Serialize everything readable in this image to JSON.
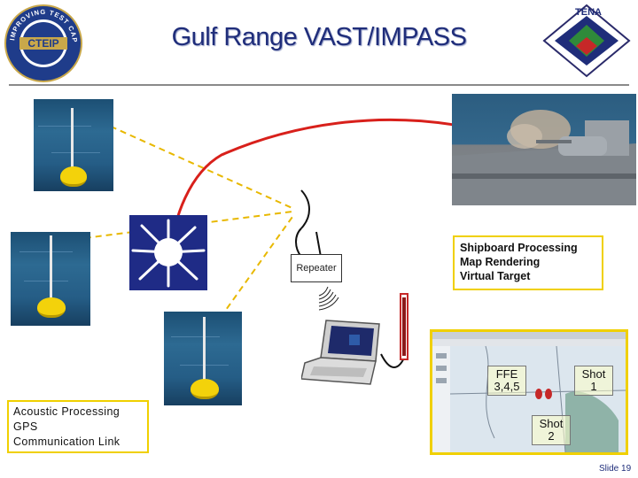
{
  "header": {
    "title": "Gulf Range VAST/IMPASS",
    "left_logo_text": "IMPROVING TEST CAPABILITIES",
    "left_logo_center": "CTEIP",
    "right_logo_text": "TENA"
  },
  "nodes": {
    "repeater_label": "Repeater"
  },
  "ship_box": {
    "line1": "Shipboard Processing",
    "line2": "Map Rendering",
    "line3": "Virtual Target"
  },
  "buoy_box": {
    "line1": "Acoustic Processing",
    "line2": "GPS",
    "line3": "Communication Link"
  },
  "map": {
    "callout1_line1": "FFE",
    "callout1_line2": "3,4,5",
    "callout2_line1": "Shot",
    "callout2_line2": "1",
    "callout3_line1": "Shot",
    "callout3_line2": "2"
  },
  "footer": {
    "slide_number": "Slide 19"
  },
  "colors": {
    "title_blue": "#1f2d7a",
    "label_border_yellow": "#f0d000",
    "trajectory_red": "#d8201b",
    "link_yellow": "#e8b800"
  },
  "icons": [
    "buoy-photo",
    "ship-photo",
    "burst-icon",
    "antenna-icon",
    "laptop-icon",
    "antenna-mast-icon",
    "signal-waves-icon"
  ]
}
